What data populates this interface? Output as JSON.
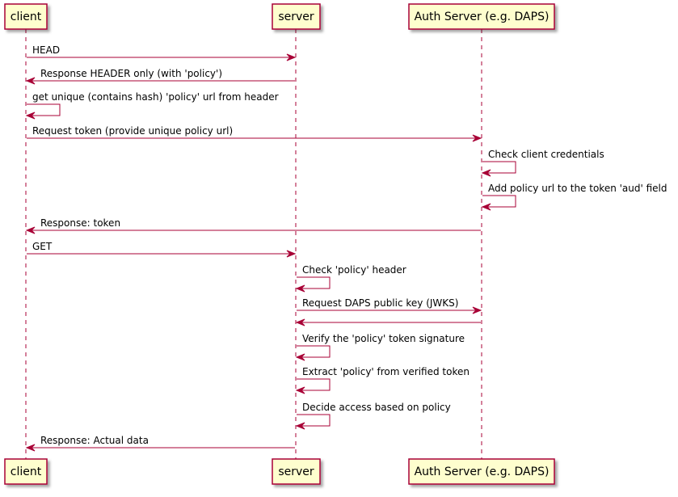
{
  "participants": [
    {
      "id": "client",
      "label": "client"
    },
    {
      "id": "server",
      "label": "server"
    },
    {
      "id": "auth",
      "label": "Auth Server (e.g. DAPS)"
    }
  ],
  "messages": [
    {
      "from": "client",
      "to": "server",
      "text": "HEAD"
    },
    {
      "from": "server",
      "to": "client",
      "text": "Response HEADER only (with 'policy')"
    },
    {
      "from": "client",
      "to": "client",
      "text": "get unique (contains hash) 'policy' url from header"
    },
    {
      "from": "client",
      "to": "auth",
      "text": "Request token (provide unique policy url)"
    },
    {
      "from": "auth",
      "to": "auth",
      "text": "Check client credentials"
    },
    {
      "from": "auth",
      "to": "auth",
      "text": "Add policy url to the token 'aud' field"
    },
    {
      "from": "auth",
      "to": "client",
      "text": "Response: token"
    },
    {
      "from": "client",
      "to": "server",
      "text": "GET"
    },
    {
      "from": "server",
      "to": "server",
      "text": "Check 'policy' header"
    },
    {
      "from": "server",
      "to": "auth",
      "text": "Request DAPS public key (JWKS)"
    },
    {
      "from": "auth",
      "to": "server",
      "text": ""
    },
    {
      "from": "server",
      "to": "server",
      "text": "Verify the 'policy' token signature"
    },
    {
      "from": "server",
      "to": "server",
      "text": "Extract 'policy' from verified token"
    },
    {
      "from": "server",
      "to": "server",
      "text": "Decide access based on policy"
    },
    {
      "from": "server",
      "to": "client",
      "text": "Response: Actual data"
    }
  ]
}
